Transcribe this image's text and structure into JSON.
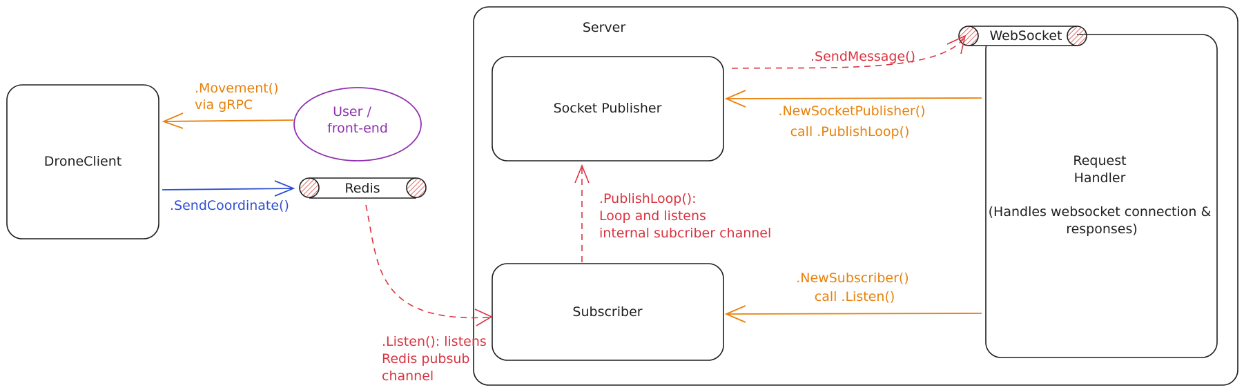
{
  "colors": {
    "ink": "#1e1e1e",
    "orange": "#e8810b",
    "blue": "#2f4fd0",
    "red": "#d9333f",
    "purple": "#8f2fb0",
    "hatch": "#e06666"
  },
  "nodes": {
    "drone_client": "DroneClient",
    "user_frontend": [
      "User /",
      "front-end"
    ],
    "redis": "Redis",
    "server": "Server",
    "socket_publisher": "Socket Publisher",
    "subscriber": "Subscriber",
    "websocket": "WebSocket",
    "request_handler": [
      "Request",
      "Handler",
      "(Handles websocket connection &",
      "responses)"
    ]
  },
  "edges": {
    "movement": [
      ".Movement()",
      "via gRPC"
    ],
    "send_coordinate": ".SendCoordinate()",
    "send_message": ".SendMessage()",
    "new_socket_publisher": [
      ".NewSocketPublisher()",
      "call .PublishLoop()"
    ],
    "publish_loop": [
      ".PublishLoop():",
      "Loop and listens",
      "internal subcriber channel"
    ],
    "new_subscriber": [
      ".NewSubscriber()",
      "call .Listen()"
    ],
    "listen": [
      ".Listen(): listens",
      "Redis pubsub",
      "channel"
    ]
  }
}
